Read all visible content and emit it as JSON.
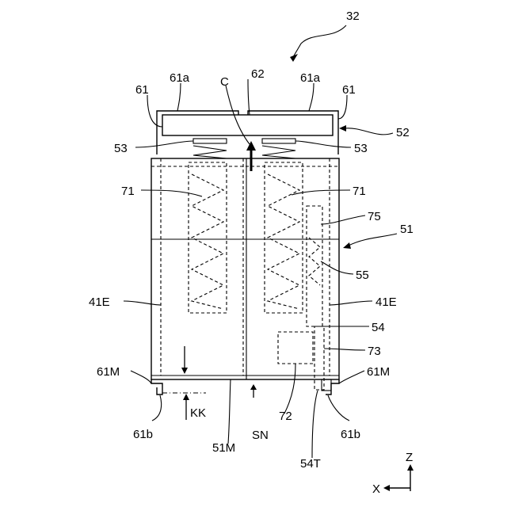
{
  "labels": {
    "fig_ref": "32",
    "top_left_61a": "61a",
    "top_right_61a": "61a",
    "top_62": "62",
    "left_61": "61",
    "right_61": "61",
    "c": "C",
    "r52": "52",
    "l53": "53",
    "r53": "53",
    "l71": "71",
    "r71": "71",
    "r75": "75",
    "r51": "51",
    "r55": "55",
    "l41e": "41E",
    "r41e": "41E",
    "r54": "54",
    "r73": "73",
    "l61m": "61M",
    "r61m": "61M",
    "kk": "KK",
    "sn": "SN",
    "l72": "72",
    "l61b": "61b",
    "r61b": "61b",
    "l51m": "51M",
    "l54t": "54T",
    "axis_z": "Z",
    "axis_x": "X"
  }
}
